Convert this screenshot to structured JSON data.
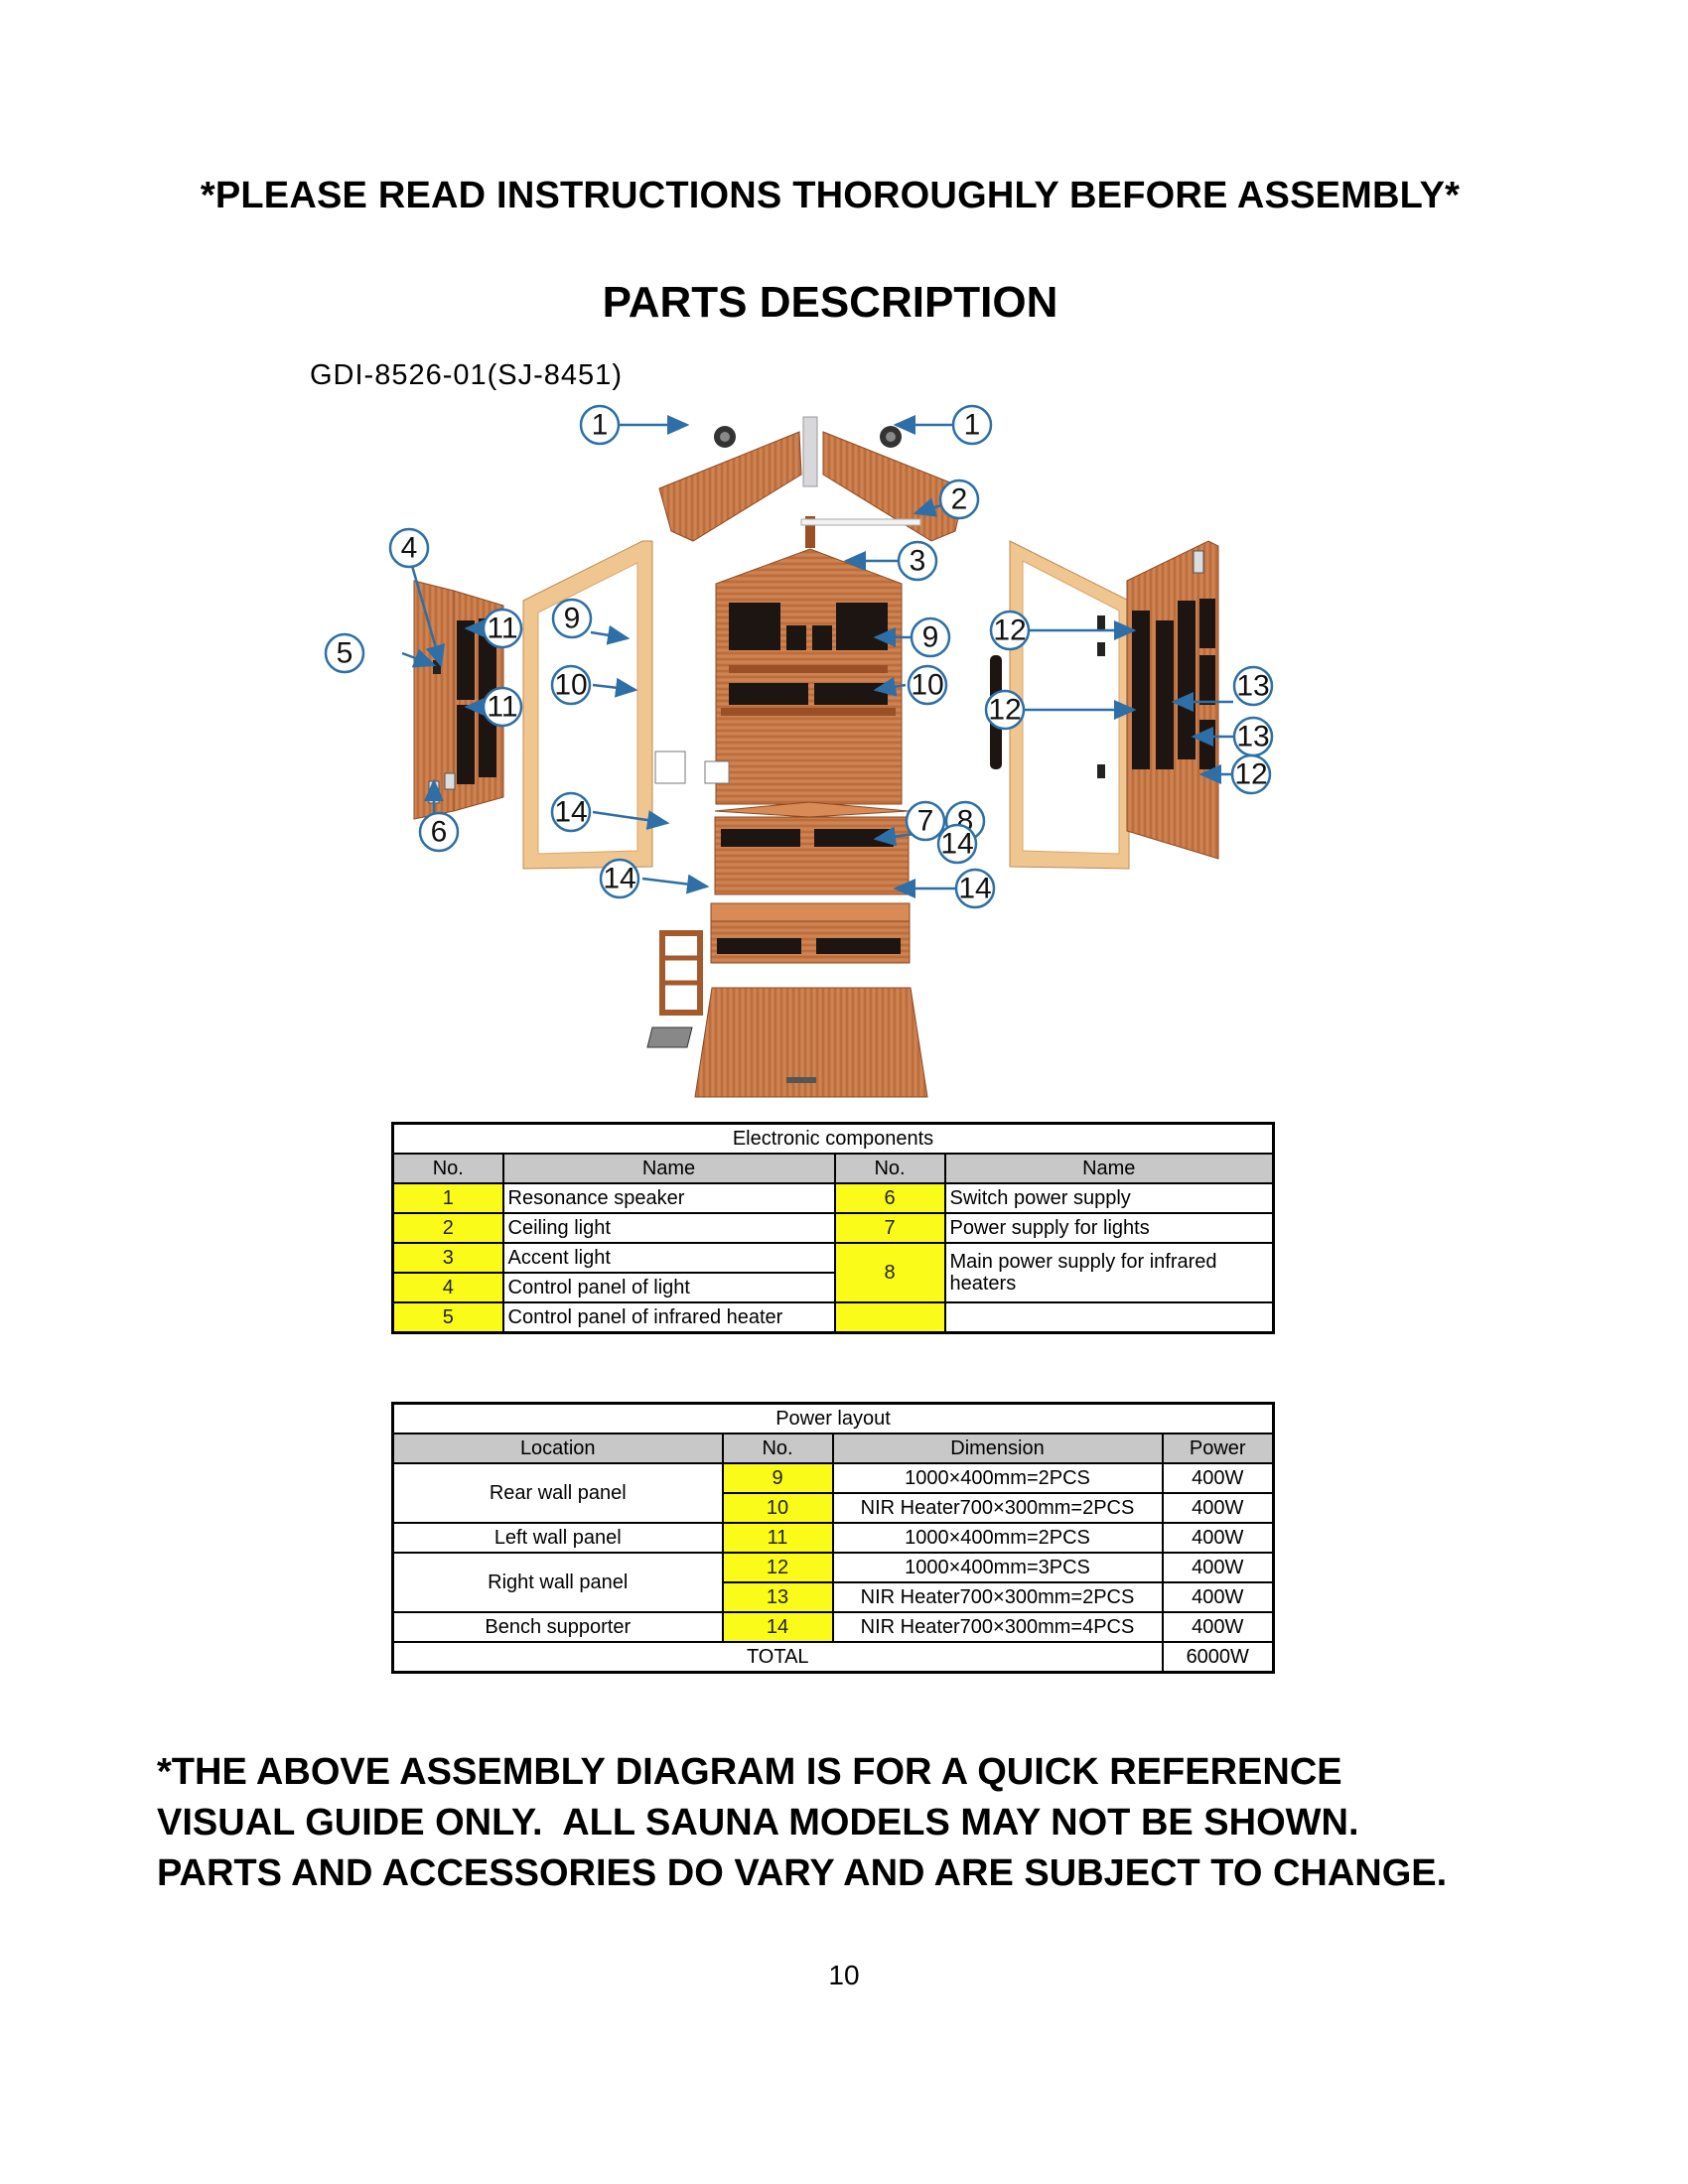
{
  "header": {
    "notice": "*PLEASE READ INSTRUCTIONS THOROUGHLY BEFORE ASSEMBLY*",
    "title": "PARTS DESCRIPTION",
    "model": "GDI-8526-01(SJ-8451)"
  },
  "diagram": {
    "callouts": [
      "1",
      "1",
      "2",
      "3",
      "4",
      "5",
      "6",
      "7",
      "8",
      "9",
      "9",
      "10",
      "10",
      "11",
      "11",
      "12",
      "12",
      "12",
      "13",
      "13",
      "14",
      "14",
      "14",
      "14"
    ],
    "colors": {
      "wood": "#c87a4a",
      "wood_dark": "#9a4f26",
      "heater": "#1d1512",
      "frame": "#f0c690",
      "callout": "#2d6fa6"
    }
  },
  "electronic": {
    "caption": "Electronic components",
    "headers": [
      "No.",
      "Name",
      "No.",
      "Name"
    ],
    "left": [
      {
        "no": "1",
        "name": "Resonance speaker"
      },
      {
        "no": "2",
        "name": "Ceiling light"
      },
      {
        "no": "3",
        "name": "Accent light"
      },
      {
        "no": "4",
        "name": "Control panel of light"
      },
      {
        "no": "5",
        "name": "Control panel of infrared heater"
      }
    ],
    "right": [
      {
        "no": "6",
        "name": "Switch power supply"
      },
      {
        "no": "7",
        "name": "Power supply for lights"
      },
      {
        "no": "8",
        "name": "Main power supply for infrared heaters"
      }
    ]
  },
  "power": {
    "caption": "Power layout",
    "headers": [
      "Location",
      "No.",
      "Dimension",
      "Power"
    ],
    "groups": [
      {
        "location": "Rear wall panel",
        "rows": [
          {
            "no": "9",
            "dimension": "1000×400mm=2PCS",
            "power": "400W"
          },
          {
            "no": "10",
            "dimension": "NIR Heater700×300mm=2PCS",
            "power": "400W"
          }
        ]
      },
      {
        "location": "Left wall panel",
        "rows": [
          {
            "no": "11",
            "dimension": "1000×400mm=2PCS",
            "power": "400W"
          }
        ]
      },
      {
        "location": "Right wall panel",
        "rows": [
          {
            "no": "12",
            "dimension": "1000×400mm=3PCS",
            "power": "400W"
          },
          {
            "no": "13",
            "dimension": "NIR Heater700×300mm=2PCS",
            "power": "400W"
          }
        ]
      },
      {
        "location": "Bench supporter",
        "rows": [
          {
            "no": "14",
            "dimension": "NIR Heater700×300mm=4PCS",
            "power": "400W"
          }
        ]
      }
    ],
    "total_label": "TOTAL",
    "total_value": "6000W"
  },
  "footer": {
    "lines": [
      "*THE ABOVE ASSEMBLY DIAGRAM IS FOR A QUICK REFERENCE",
      "VISUAL GUIDE ONLY.  ALL SAUNA MODELS MAY NOT BE SHOWN.",
      "PARTS AND ACCESSORIES DO VARY AND ARE SUBJECT TO CHANGE."
    ],
    "page_number": "10"
  }
}
